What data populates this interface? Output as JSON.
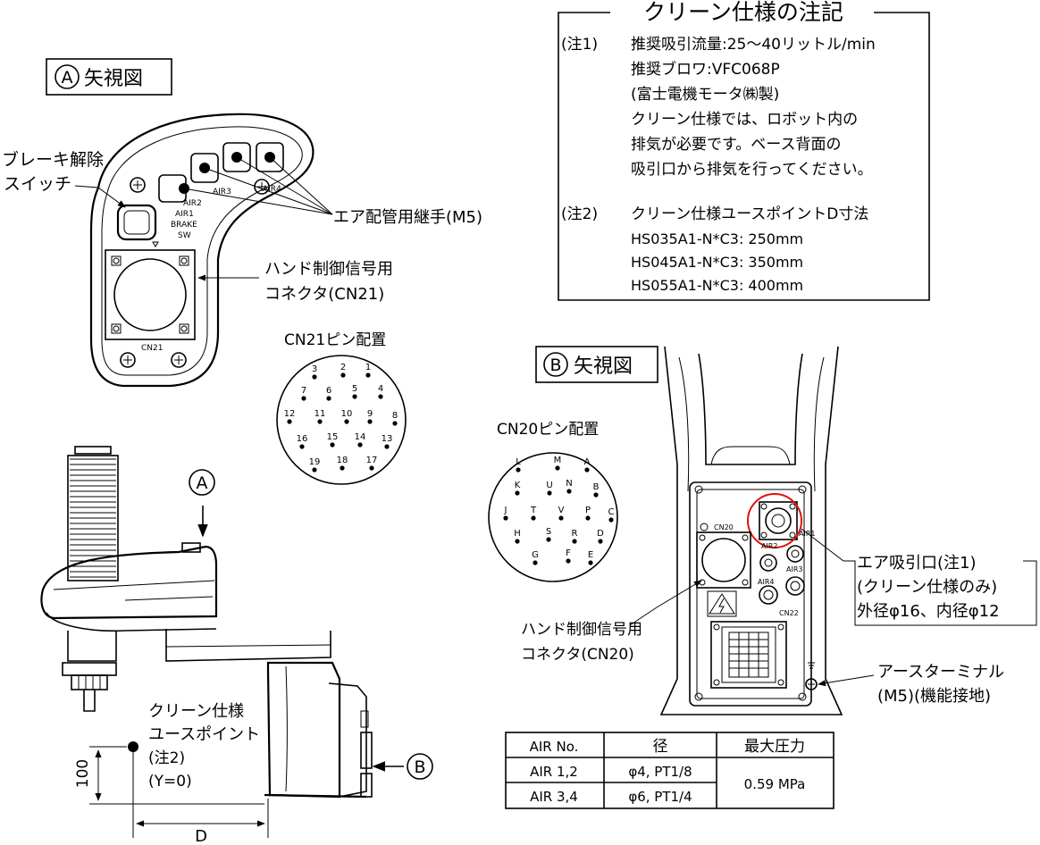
{
  "view_a": {
    "marker": "A",
    "title": "矢視図"
  },
  "view_b": {
    "marker": "B",
    "title": "矢視図"
  },
  "notes_box": {
    "title": "クリーン仕様の注記",
    "note1_tag": "(注1)",
    "note1_lines": [
      "推奨吸引流量:25～40リットル/min",
      "推奨ブロワ:VFC068P",
      "(富士電機モータ㈱製)",
      "クリーン仕様では、ロボット内の",
      "排気が必要です。ベース背面の",
      "吸引口から排気を行ってください。"
    ],
    "note2_tag": "(注2)",
    "note2_lines": [
      "クリーン仕様ユースポイントD寸法",
      "HS035A1-N*C3: 250mm",
      "HS045A1-N*C3: 350mm",
      "HS055A1-N*C3: 400mm"
    ]
  },
  "labels_a": {
    "brake_line1": "ブレーキ解除",
    "brake_line2": "スイッチ",
    "air_fitting": "エア配管用継手(M5)",
    "hand_conn_line1": "ハンド制御信号用",
    "hand_conn_line2": "コネクタ(CN21)",
    "plate_air1": "AIR1",
    "plate_air2": "AIR2",
    "plate_air3": "AIR3",
    "plate_air4": "AIR4",
    "plate_brake": "BRAKE",
    "plate_sw": "SW",
    "plate_cn21": "CN21"
  },
  "cn21": {
    "title": "CN21ピン配置",
    "pins": [
      "1",
      "2",
      "3",
      "4",
      "5",
      "6",
      "7",
      "8",
      "9",
      "10",
      "11",
      "12",
      "13",
      "14",
      "15",
      "16",
      "17",
      "18",
      "19"
    ]
  },
  "cn20": {
    "title": "CN20ピン配置",
    "pins": [
      "A",
      "B",
      "C",
      "D",
      "E",
      "F",
      "G",
      "H",
      "J",
      "K",
      "L",
      "M",
      "N",
      "P",
      "R",
      "S",
      "T",
      "U",
      "V"
    ]
  },
  "side_view": {
    "marker_a": "A",
    "marker_b": "B",
    "use_point_line1": "クリーン仕様",
    "use_point_line2": "ユースポイント",
    "use_point_line3": "(注2)",
    "use_point_line4": "(Y=0)",
    "dim_vertical": "100",
    "dim_horizontal": "D"
  },
  "labels_b": {
    "hand_conn_line1": "ハンド制御信号用",
    "hand_conn_line2": "コネクタ(CN20)",
    "suction_line1": "エア吸引口(注1)",
    "suction_line2": "(クリーン仕様のみ)",
    "suction_line3": "外径φ16、内径φ12",
    "earth_line1": "アースターミナル",
    "earth_line2": "(M5)(機能接地)",
    "base_cn20": "CN20",
    "base_cn22": "CN22",
    "base_air1": "AIR1",
    "base_air2": "AIR2",
    "base_air3": "AIR3",
    "base_air4": "AIR4"
  },
  "air_table": {
    "headers": [
      "AIR No.",
      "径",
      "最大圧力"
    ],
    "rows": [
      {
        "air": "AIR 1,2",
        "dia": "φ4, PT1/8"
      },
      {
        "air": "AIR 3,4",
        "dia": "φ6, PT1/4"
      }
    ],
    "pressure": "0.59 MPa"
  },
  "colors": {
    "line": "#000000",
    "highlight": "#e01010",
    "background": "#ffffff"
  }
}
